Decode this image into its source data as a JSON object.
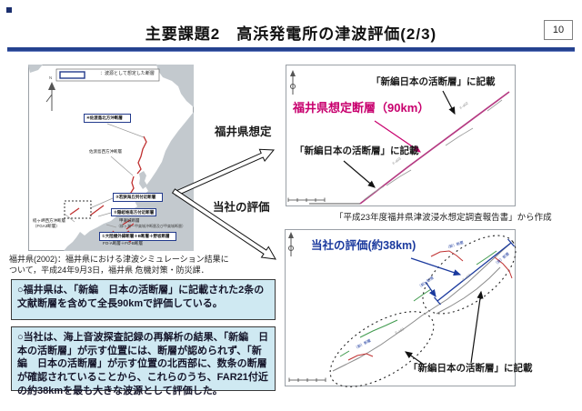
{
  "header": {
    "title": "主要課題2　高浜発電所の津波評価(2/3)",
    "page_number": "10"
  },
  "colors": {
    "rule_blue": "#24418f",
    "note_box_bg": "#cfe9f2",
    "magenta_accent": "#c8006e",
    "eval_blue": "#1b3a9e",
    "fault_red": "#c03030",
    "fault_green": "#3f9a4d",
    "land_gray": "#c3c9ce"
  },
  "left_map": {
    "legend_text": "：波源として想定した断層",
    "north_label": "N",
    "boxed_labels": [
      "④佐渡島北方沖断層",
      "③若狭海丘列付近断層",
      "②隠岐堆南方付近断層",
      "①大陸棚外縁断層＋B断層＋野坂断層"
    ],
    "plain_labels": [
      "佐渡島西方沖断層",
      "甲楽城断層",
      "（柳ヶ瀬ー甲楽城沖断層及び甲楽城断層）",
      "FO-A断層＋FO-B断層",
      "経ヶ岬西方沖断層（FGA3断層）"
    ],
    "caption": "福井県(2002)：福井県における津波シミュレーション結果について，平成24年9月3日，福井県 危機対策・防災課．"
  },
  "flow_labels": {
    "fukui_assumption": "福井県想定",
    "company_evaluation": "当社の評価"
  },
  "top_right_panel": {
    "label_shinpen_top": "「新編日本の活断層」に記載",
    "label_fukui_fault": "福井県想定断層（90km）",
    "label_shinpen_bottom": "「新編日本の活断層」に記載",
    "caption": "「平成23年度福井県津波浸水想定調査報告書」から作成",
    "micro_labels": [
      {
        "text": "F-a02"
      },
      {
        "text": "F-a03"
      }
    ]
  },
  "bottom_right_panel": {
    "label_company_eval": "当社の評価(約38km)",
    "label_shinpen": "「新編日本の活断層」に記載",
    "micro_labels": [
      {
        "text": "（新）断層"
      },
      {
        "text": "（新）断層"
      },
      {
        "text": "（新）断層"
      },
      {
        "text": "F-a03"
      },
      {
        "text": "（新）断層"
      },
      {
        "text": "F-a02"
      }
    ]
  },
  "note_boxes": [
    {
      "text": "○福井県は、「新編　日本の活断層」に記載された2条の文献断層を含めて全長90kmで評価している。"
    },
    {
      "text": "○当社は、海上音波探査記録の再解析の結果、「新編　日本の活断層」が示す位置には、断層が認められず、「新編　日本の活断層」が示す位置の北西部に、数条の断層が確認されていることから、これらのうち、FAR21付近の約38kmを最も大きな波源として評価した。"
    }
  ]
}
